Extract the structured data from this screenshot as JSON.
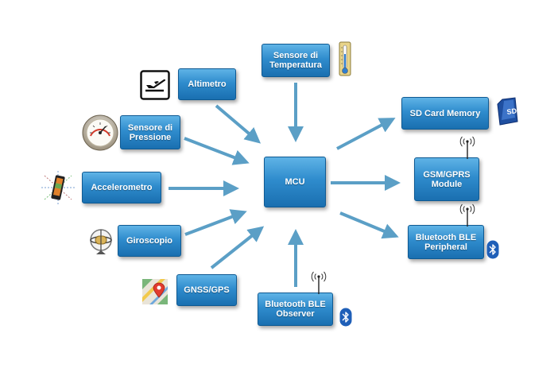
{
  "nodes": {
    "mcu": {
      "lines": [
        "MCU"
      ]
    },
    "altimetro": {
      "lines": [
        "Altimetro"
      ]
    },
    "sensore_pressione": {
      "lines": [
        "Sensore di",
        "Pressione"
      ]
    },
    "accelerometro": {
      "lines": [
        "Accelerometro"
      ]
    },
    "giroscopio": {
      "lines": [
        "Giroscopio"
      ]
    },
    "gnss": {
      "lines": [
        "GNSS/GPS"
      ]
    },
    "sensore_temperatura": {
      "lines": [
        "Sensore di",
        "Temperatura"
      ]
    },
    "bt_observer": {
      "lines": [
        "Bluetooth BLE",
        "Observer"
      ]
    },
    "sd_card": {
      "lines": [
        "SD Card Memory"
      ]
    },
    "gsm": {
      "lines": [
        "GSM/GPRS",
        "Module"
      ]
    },
    "bt_peripheral": {
      "lines": [
        "Bluetooth BLE",
        "Peripheral"
      ]
    }
  },
  "edges": [
    {
      "from": "altimetro",
      "to": "mcu"
    },
    {
      "from": "sensore_pressione",
      "to": "mcu"
    },
    {
      "from": "accelerometro",
      "to": "mcu"
    },
    {
      "from": "giroscopio",
      "to": "mcu"
    },
    {
      "from": "gnss",
      "to": "mcu"
    },
    {
      "from": "sensore_temperatura",
      "to": "mcu"
    },
    {
      "from": "bt_observer",
      "to": "mcu"
    },
    {
      "from": "mcu",
      "to": "sd_card"
    },
    {
      "from": "mcu",
      "to": "gsm"
    },
    {
      "from": "mcu",
      "to": "bt_peripheral"
    }
  ],
  "colors": {
    "box_top": "#5fb3e6",
    "box_bottom": "#1a6fb0",
    "arrow": "#5b9fc6",
    "bluetooth": "#1f5fb8"
  },
  "icons": [
    "airplane-takeoff-icon",
    "pressure-gauge-icon",
    "accelerometer-icon",
    "gyroscope-icon",
    "map-pin-icon",
    "thermometer-icon",
    "sd-card-icon",
    "antenna-icon",
    "bluetooth-icon"
  ]
}
